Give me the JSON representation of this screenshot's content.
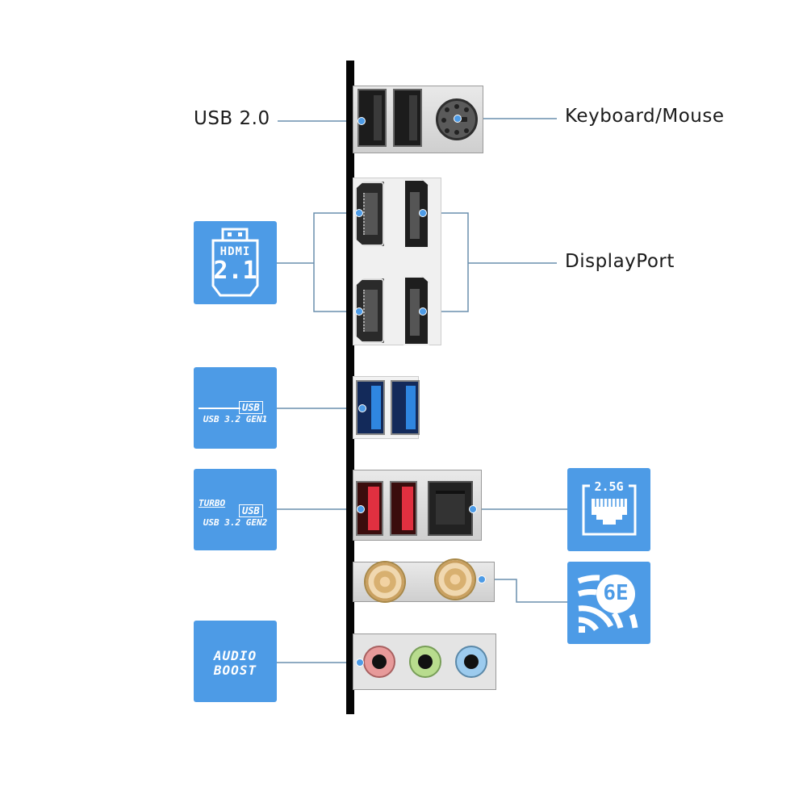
{
  "title": "Rear I/O panel port diagram",
  "accent_color": "#4d9be6",
  "line_color": "#6a8fae",
  "labels": {
    "usb20": "USB 2.0",
    "keyboard_mouse": "Keyboard/Mouse",
    "displayport": "DisplayPort"
  },
  "badges": {
    "hdmi": {
      "line1": "HDMI",
      "line2": "2.1"
    },
    "usb32gen1": {
      "logo": "USB",
      "text": "USB 3.2 GEN1"
    },
    "usb32gen2": {
      "prefix": "TURBO",
      "logo": "USB",
      "text": "USB 3.2 GEN2"
    },
    "audio": {
      "line1": "AUDIO",
      "line2": "BOOST"
    },
    "lan": {
      "text": "2.5G"
    },
    "wifi": {
      "text": "6E"
    }
  },
  "ports": [
    {
      "group": "top",
      "items": [
        "USB 2.0 port",
        "USB 2.0 port",
        "PS/2 keyboard/mouse port"
      ]
    },
    {
      "group": "display",
      "items": [
        "HDMI port",
        "DisplayPort",
        "HDMI port",
        "DisplayPort"
      ]
    },
    {
      "group": "usb-gen1",
      "items": [
        "USB 3.2 Gen1 port (blue)",
        "USB 3.2 Gen1 port (blue)"
      ]
    },
    {
      "group": "usb-gen2-lan",
      "items": [
        "USB 3.2 Gen2 port (red)",
        "USB 3.2 Gen2 port (red)",
        "2.5G LAN port"
      ]
    },
    {
      "group": "wifi",
      "items": [
        "Wi-Fi antenna connector",
        "Wi-Fi antenna connector"
      ]
    },
    {
      "group": "audio",
      "items": [
        "Audio jack (pink)",
        "Audio jack (green)",
        "Audio jack (blue)"
      ]
    }
  ],
  "jack_colors": [
    "#e79a9a",
    "#b8dc8e",
    "#9ccbee"
  ]
}
